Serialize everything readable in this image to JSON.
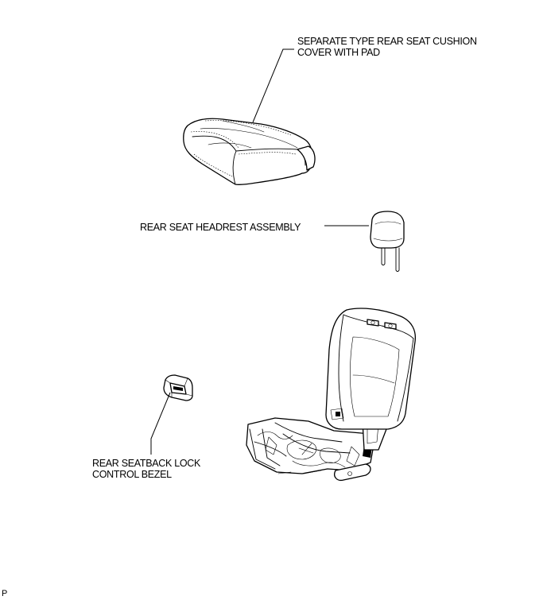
{
  "diagram": {
    "parts": [
      {
        "id": "cushion-cover",
        "label_lines": [
          "SEPARATE TYPE REAR SEAT CUSHION",
          "COVER WITH PAD"
        ]
      },
      {
        "id": "headrest",
        "label_lines": [
          "REAR SEAT HEADREST ASSEMBLY"
        ]
      },
      {
        "id": "lock-bezel",
        "label_lines": [
          "REAR SEATBACK LOCK",
          "CONTROL BEZEL"
        ]
      }
    ],
    "footer_code": "P"
  }
}
